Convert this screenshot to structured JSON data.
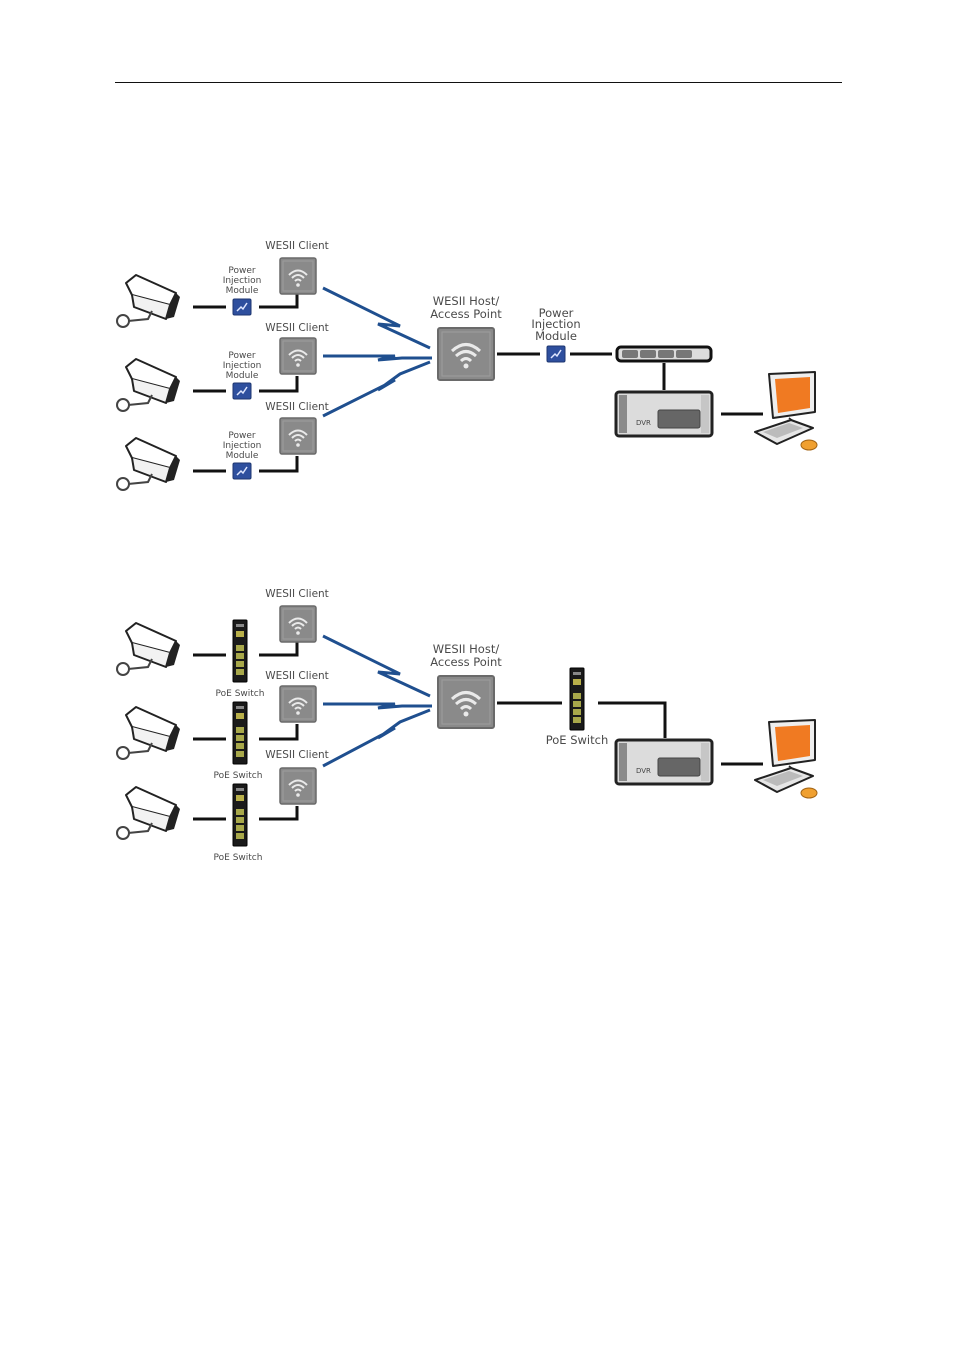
{
  "page": {
    "background": "#ffffff",
    "rule_color": "#111111"
  },
  "colors": {
    "wireless_link": "#1f4f8f",
    "wired_link": "#111111",
    "radio_box": "#8a8a8a",
    "pim_box": "#2e4f9e",
    "monitor_screen": "#f07a22",
    "mouse": "#f0a030"
  },
  "diagrams": [
    {
      "id": "power-injection",
      "clients": [
        {
          "label": "WESII Client",
          "adapter_label": [
            "Power",
            "Injection",
            "Module"
          ]
        },
        {
          "label": "WESII Client",
          "adapter_label": [
            "Power",
            "Injection",
            "Module"
          ]
        },
        {
          "label": "WESII Client",
          "adapter_label": [
            "Power",
            "Injection",
            "Module"
          ]
        }
      ],
      "host": {
        "label": [
          "WESII Host/",
          "Access Point"
        ]
      },
      "uplink_adapter": {
        "label": [
          "Power",
          "Injection",
          "Module"
        ]
      },
      "dvr": {
        "label": "DVR"
      }
    },
    {
      "id": "poe-switch",
      "clients": [
        {
          "label": "WESII Client",
          "adapter_label": [
            "PoE Switch"
          ]
        },
        {
          "label": "WESII Client",
          "adapter_label": [
            "PoE Switch"
          ]
        },
        {
          "label": "WESII Client",
          "adapter_label": [
            "PoE Switch"
          ]
        }
      ],
      "host": {
        "label": [
          "WESII Host/",
          "Access Point"
        ]
      },
      "uplink_adapter": {
        "label": [
          "PoE Switch"
        ]
      },
      "dvr": {
        "label": "DVR"
      }
    }
  ]
}
